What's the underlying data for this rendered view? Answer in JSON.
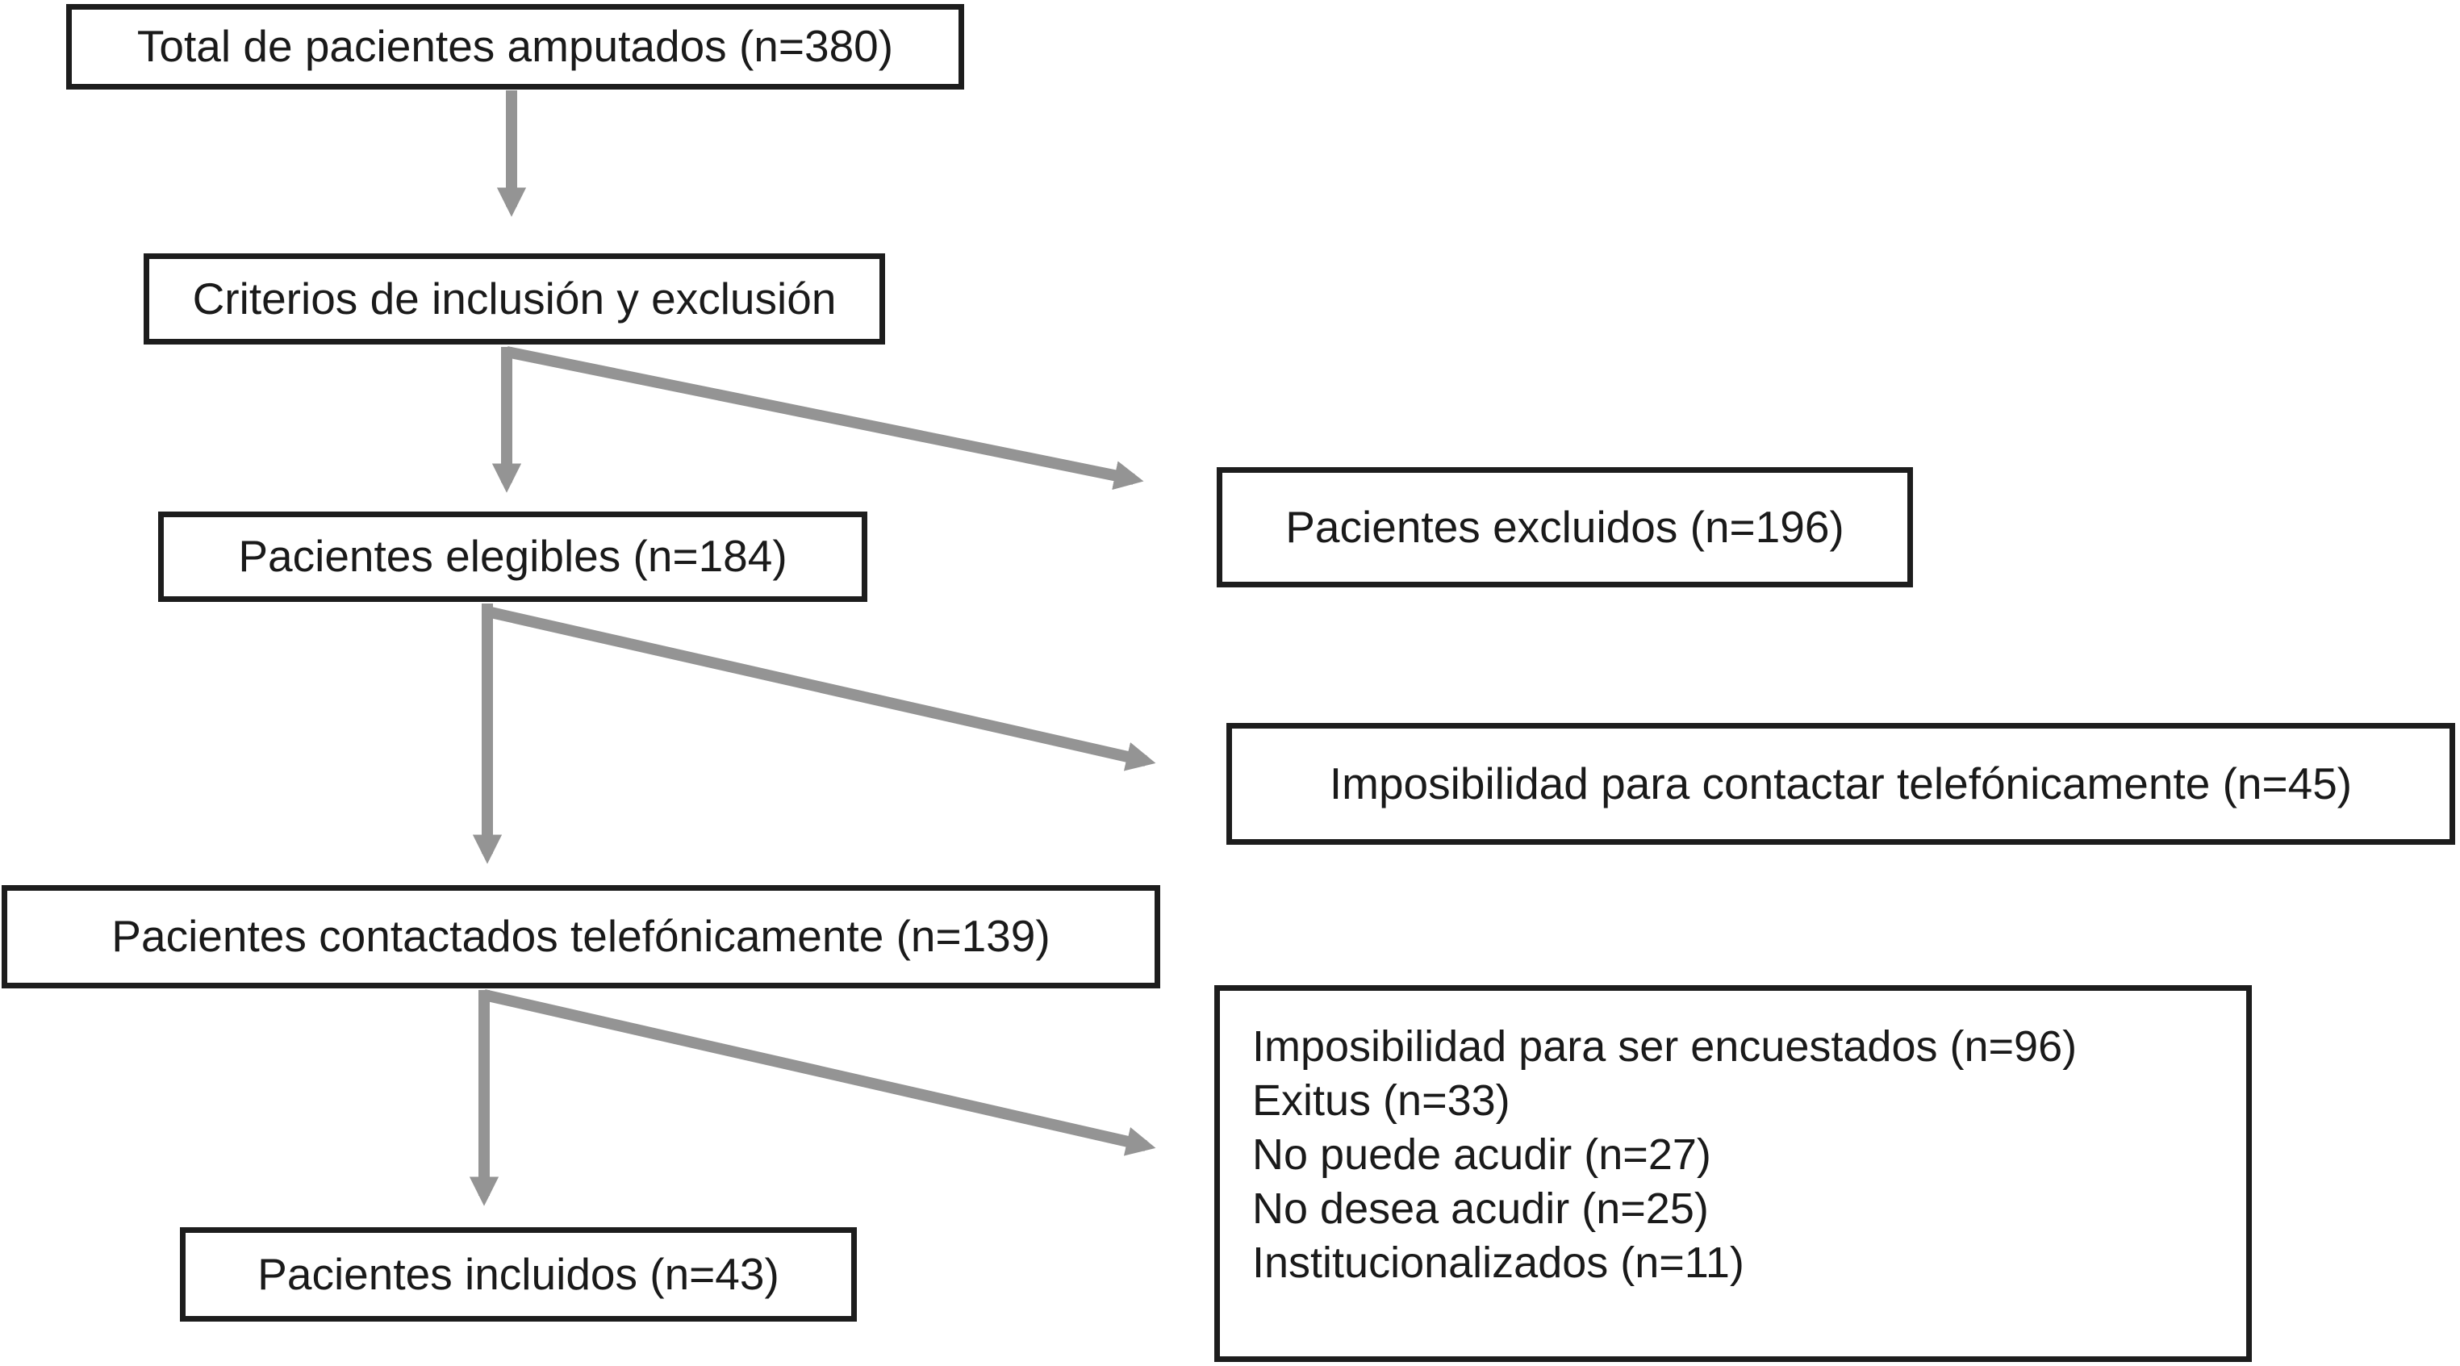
{
  "diagram": {
    "type": "flowchart",
    "language": "es",
    "boxes": {
      "total": {
        "label": "Total de pacientes amputados (n=380)",
        "n": 380
      },
      "criterios": {
        "label": "Criterios de inclusión y exclusión"
      },
      "elegibles": {
        "label": "Pacientes elegibles (n=184)",
        "n": 184
      },
      "excluidos": {
        "label": "Pacientes excluidos (n=196)",
        "n": 196
      },
      "imposibilidad_contactar": {
        "label": "Imposibilidad para contactar telefónicamente (n=45)",
        "n": 45
      },
      "contactados": {
        "label": "Pacientes contactados telefónicamente (n=139)",
        "n": 139
      },
      "no_encuestados": {
        "lines": [
          "Imposibilidad para ser encuestados (n=96)",
          "Exitus (n=33)",
          "No puede acudir (n=27)",
          "No desea acudir (n=25)",
          "Institucionalizados (n=11)"
        ]
      },
      "incluidos": {
        "label": "Pacientes incluidos (n=43)",
        "n": 43
      }
    },
    "flows": [
      {
        "from": "total",
        "to": "criterios"
      },
      {
        "from": "criterios",
        "to": "elegibles"
      },
      {
        "from": "criterios",
        "to": "excluidos"
      },
      {
        "from": "elegibles",
        "to": "contactados"
      },
      {
        "from": "elegibles",
        "to": "imposibilidad_contactar"
      },
      {
        "from": "contactados",
        "to": "incluidos"
      },
      {
        "from": "contactados",
        "to": "no_encuestados"
      }
    ],
    "colors": {
      "arrow": "#949494",
      "border": "#1d1d1d",
      "text": "#1a1a1a",
      "background": "#ffffff"
    }
  }
}
